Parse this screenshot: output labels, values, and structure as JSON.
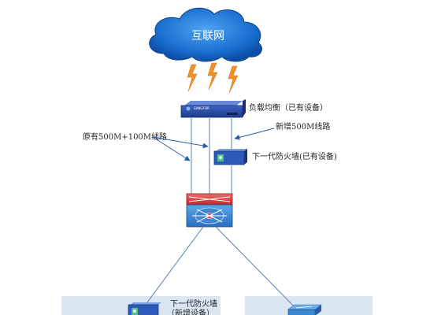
{
  "diagram": {
    "cloud_label": "互联网",
    "load_balancer_label": "负载均衡（已有设备）",
    "new_line_label": "新增500M线路",
    "existing_lines_label": "原有500M+100M线路",
    "ngfw_top_label": "下一代防火墙(已有设备)",
    "ngfw_bottom_label_1": "下一代防火墙",
    "ngfw_bottom_label_2": "（新增设备）",
    "lb_brand": "SANGFOR"
  }
}
